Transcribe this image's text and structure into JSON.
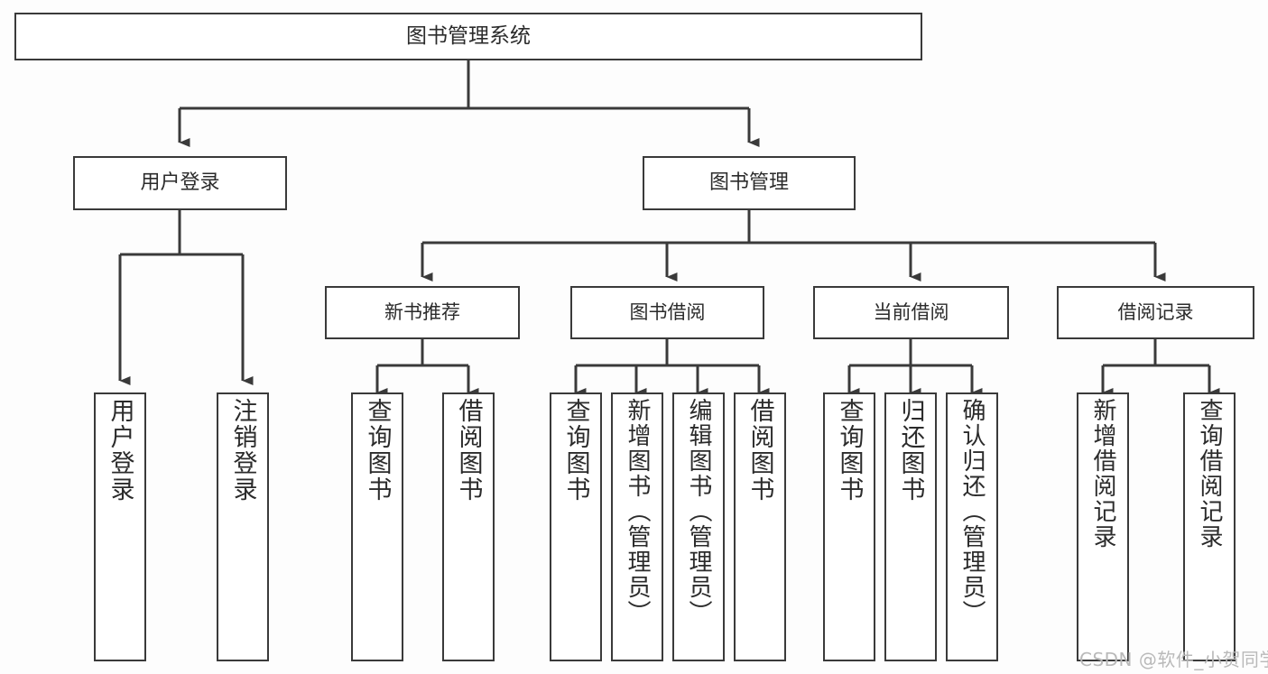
{
  "diagram": {
    "title": "图书管理系统",
    "type": "tree-hierarchy-chart",
    "colors": {
      "background": "#fdfdfd",
      "box_fill": "#ffffff",
      "line": "#3a3a3a",
      "text": "#2b2b2b",
      "watermark": "#b9b9b9"
    },
    "root": {
      "label": "图书管理系统"
    },
    "level1": [
      {
        "label": "用户登录"
      },
      {
        "label": "图书管理"
      }
    ],
    "level2": [
      {
        "label": "新书推荐"
      },
      {
        "label": "图书借阅"
      },
      {
        "label": "当前借阅"
      },
      {
        "label": "借阅记录"
      }
    ],
    "leaves": {
      "user_login": [
        {
          "label": "用户登录"
        },
        {
          "label": "注销登录"
        }
      ],
      "new_book": [
        {
          "label": "查询图书"
        },
        {
          "label": "借阅图书"
        }
      ],
      "book_borrow": [
        {
          "label": "查询图书"
        },
        {
          "label": "新增图书（管理员）"
        },
        {
          "label": "编辑图书（管理员）"
        },
        {
          "label": "借阅图书"
        }
      ],
      "current_borrow": [
        {
          "label": "查询图书"
        },
        {
          "label": "归还图书"
        },
        {
          "label": "确认归还（管理员）"
        }
      ],
      "borrow_record": [
        {
          "label": "新增借阅记录"
        },
        {
          "label": "查询借阅记录"
        }
      ]
    }
  },
  "watermark": {
    "text": "CSDN @软件_小贺同学"
  }
}
